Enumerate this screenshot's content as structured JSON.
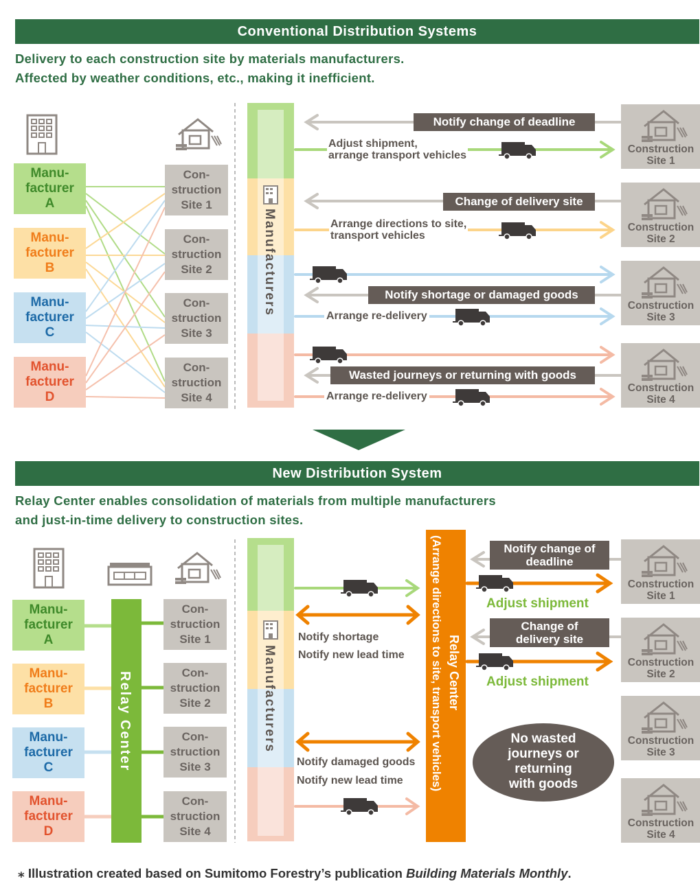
{
  "conventional": {
    "header": "Conventional Distribution Systems",
    "desc_line1": "Delivery to each construction site by materials manufacturers.",
    "desc_line2": "Affected by weather conditions, etc., making it inefficient.",
    "manufacturers": [
      {
        "l1": "Manu-",
        "l2": "facturer",
        "l3": "A",
        "bg": "#b5de8c",
        "fg": "#3f8a2a"
      },
      {
        "l1": "Manu-",
        "l2": "facturer",
        "l3": "B",
        "bg": "#fde0a6",
        "fg": "#f07d1a"
      },
      {
        "l1": "Manu-",
        "l2": "facturer",
        "l3": "C",
        "bg": "#c6e0f0",
        "fg": "#1d6aa7"
      },
      {
        "l1": "Manu-",
        "l2": "facturer",
        "l3": "D",
        "bg": "#f6cdbd",
        "fg": "#e2532e"
      }
    ],
    "sites": [
      {
        "l1": "Con-",
        "l2": "struction",
        "l3": "Site 1"
      },
      {
        "l1": "Con-",
        "l2": "struction",
        "l3": "Site 2"
      },
      {
        "l1": "Con-",
        "l2": "struction",
        "l3": "Site 3"
      },
      {
        "l1": "Con-",
        "l2": "struction",
        "l3": "Site 4"
      }
    ],
    "manufacturers_label": "Manufacturers",
    "right_sites": [
      {
        "l1": "Construction",
        "l2": "Site 1"
      },
      {
        "l1": "Construction",
        "l2": "Site 2"
      },
      {
        "l1": "Construction",
        "l2": "Site 3"
      },
      {
        "l1": "Construction",
        "l2": "Site 4"
      }
    ],
    "notices": {
      "n1": "Notify change of deadline",
      "n2": "Change of delivery site",
      "n3": "Notify shortage or damaged goods",
      "n4": "Wasted journeys or returning with goods"
    },
    "actions": {
      "a1_l1": "Adjust shipment,",
      "a1_l2": "arrange transport vehicles",
      "a2_l1": "Arrange directions to site,",
      "a2_l2": "transport vehicles",
      "a3": "Arrange re-delivery",
      "a4": "Arrange re-delivery"
    }
  },
  "new_system": {
    "header": "New Distribution System",
    "desc_line1": "Relay Center enables consolidation of materials from multiple manufacturers",
    "desc_line2": "and just-in-time delivery to construction sites.",
    "manufacturers": [
      {
        "l1": "Manu-",
        "l2": "facturer",
        "l3": "A",
        "bg": "#b5de8c",
        "fg": "#3f8a2a"
      },
      {
        "l1": "Manu-",
        "l2": "facturer",
        "l3": "B",
        "bg": "#fde0a6",
        "fg": "#f07d1a"
      },
      {
        "l1": "Manu-",
        "l2": "facturer",
        "l3": "C",
        "bg": "#c6e0f0",
        "fg": "#1d6aa7"
      },
      {
        "l1": "Manu-",
        "l2": "facturer",
        "l3": "D",
        "bg": "#f6cdbd",
        "fg": "#e2532e"
      }
    ],
    "relay_center_label": "Relay Center",
    "sites": [
      {
        "l1": "Con-",
        "l2": "struction",
        "l3": "Site 1"
      },
      {
        "l1": "Con-",
        "l2": "struction",
        "l3": "Site 2"
      },
      {
        "l1": "Con-",
        "l2": "struction",
        "l3": "Site 3"
      },
      {
        "l1": "Con-",
        "l2": "struction",
        "l3": "Site 4"
      }
    ],
    "manufacturers_label": "Manufacturers",
    "relay_vertical_l1": "Relay Center",
    "relay_vertical_l2": "(Arrange directions to site, transport vehicles)",
    "notify_shortage": "Notify shortage",
    "notify_new_lead_1": "Notify new lead time",
    "notify_damaged": "Notify damaged goods",
    "notify_new_lead_2": "Notify new lead time",
    "change_deadline_l1": "Notify change of",
    "change_deadline_l2": "deadline",
    "change_site_l1": "Change of",
    "change_site_l2": "delivery site",
    "adjust_1": "Adjust shipment",
    "adjust_2": "Adjust shipment",
    "no_wasted_l1": "No wasted",
    "no_wasted_l2": "journeys or",
    "no_wasted_l3": "returning",
    "no_wasted_l4": "with goods",
    "right_sites": [
      {
        "l1": "Construction",
        "l2": "Site 1"
      },
      {
        "l1": "Construction",
        "l2": "Site 2"
      },
      {
        "l1": "Construction",
        "l2": "Site 3"
      },
      {
        "l1": "Construction",
        "l2": "Site 4"
      }
    ]
  },
  "footnote": {
    "prefix": "⁎ Illustration created based on Sumitomo Forestry’s publication ",
    "title": "Building Materials Monthly",
    "suffix": "."
  },
  "colors": {
    "header_green": "#2f6e44",
    "green": "#b5de8c",
    "yellow": "#fde0a6",
    "blue": "#c6e0f0",
    "pink": "#f6cdbd",
    "orange": "#ef8200",
    "relay_green": "#7cb93a",
    "gray_box": "#c9c5bf",
    "dark_gray": "#655c57"
  },
  "icons": [
    "building-icon",
    "house-icon",
    "warehouse-icon",
    "truck-icon",
    "down-triangle-icon"
  ]
}
